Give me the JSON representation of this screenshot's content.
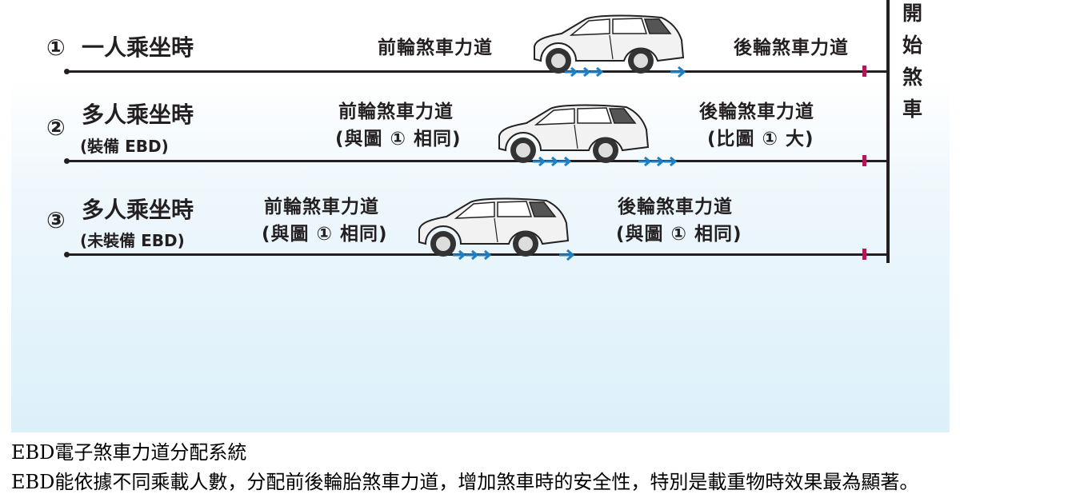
{
  "diagram": {
    "start_braking_label": [
      "開",
      "始",
      "煞",
      "車"
    ],
    "rows": [
      {
        "number": "①",
        "title": "一人乘坐時",
        "subtitle": "",
        "front_force": "前輪煞車力道",
        "front_note": "",
        "rear_force": "後輪煞車力道",
        "rear_note": ""
      },
      {
        "number": "②",
        "title": "多人乘坐時",
        "subtitle": "(裝備 EBD)",
        "front_force": "前輪煞車力道",
        "front_note": "(與圖 ① 相同)",
        "rear_force": "後輪煞車力道",
        "rear_note": "(比圖 ① 大)"
      },
      {
        "number": "③",
        "title": "多人乘坐時",
        "subtitle": "(未裝備 EBD)",
        "front_force": "前輪煞車力道",
        "front_note": "(與圖 ① 相同)",
        "rear_force": "後輪煞車力道",
        "rear_note": "(與圖 ① 相同)"
      }
    ],
    "colors": {
      "road": "#231f20",
      "brake_tick": "#b1185a",
      "force_arrow": "#1e7fc3",
      "background_bottom": "#dcf0fa"
    }
  },
  "caption": {
    "title": "EBD電子煞車力道分配系統",
    "body": "EBD能依據不同乘載人數，分配前後輪胎煞車力道，增加煞車時的安全性，特別是載重物時效果最為顯著。"
  }
}
